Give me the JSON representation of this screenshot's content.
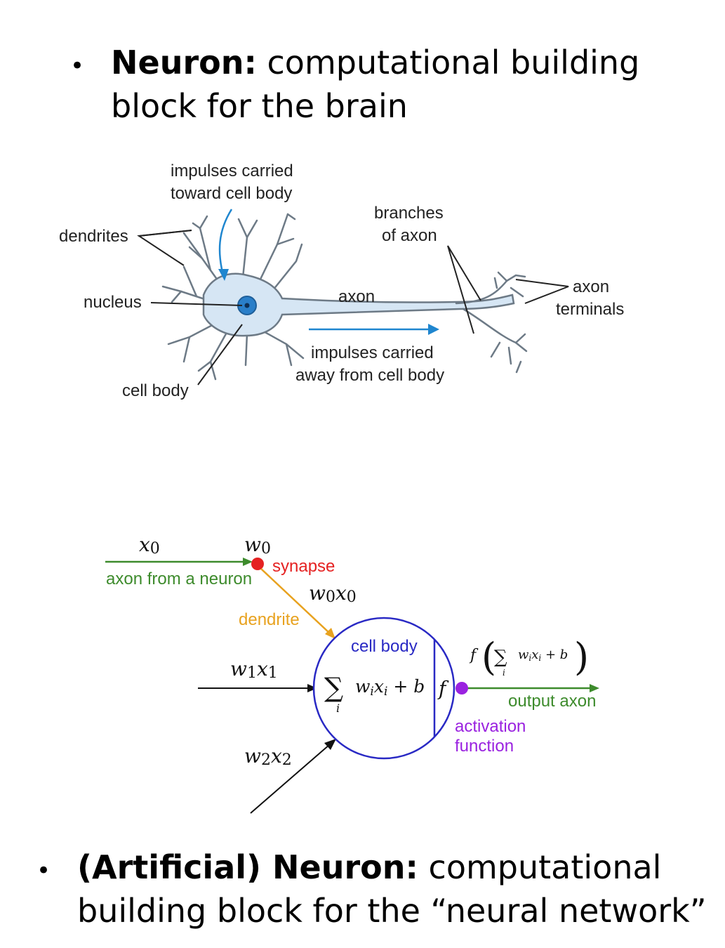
{
  "bullet_top": {
    "bold": "Neuron:",
    "line1_rest": " computational building",
    "line2": "block for the brain"
  },
  "bullet_bottom": {
    "bold": "(Artificial) Neuron:",
    "line1_rest": " computational",
    "line2": "building block for the “neural network”"
  },
  "bio": {
    "impulses_toward_1": "impulses carried",
    "impulses_toward_2": "toward cell body",
    "dendrites": "dendrites",
    "nucleus": "nucleus",
    "cell_body": "cell body",
    "branches_1": "branches",
    "branches_2": "of axon",
    "axon": "axon",
    "axon_terminals_1": "axon",
    "axon_terminals_2": "terminals",
    "impulses_away_1": "impulses carried",
    "impulses_away_2": "away from cell body"
  },
  "art": {
    "x0": "x0",
    "w0": "w0",
    "synapse": "synapse",
    "axon_from": "axon from a neuron",
    "w0x0": "w0x0",
    "dendrite": "dendrite",
    "cell_body": "cell body",
    "w1x1": "w1x1",
    "w2x2": "w2x2",
    "sum_formula": "∑ wixi + b",
    "sum_index": "i",
    "f": "f",
    "output_formula": "f ( ∑ wixi + b )",
    "output_axon": "output axon",
    "activation_1": "activation",
    "activation_2": "function"
  },
  "colors": {
    "neuron_fill": "#d6e6f4",
    "neuron_stroke": "#6d7a86",
    "nucleus": "#2a7fc9",
    "arrow_blue": "#1f86cf",
    "green": "#3d8b2c",
    "red": "#e52222",
    "orange": "#e8a21f",
    "dark_blue": "#2929c4",
    "purple": "#9a22e0"
  }
}
